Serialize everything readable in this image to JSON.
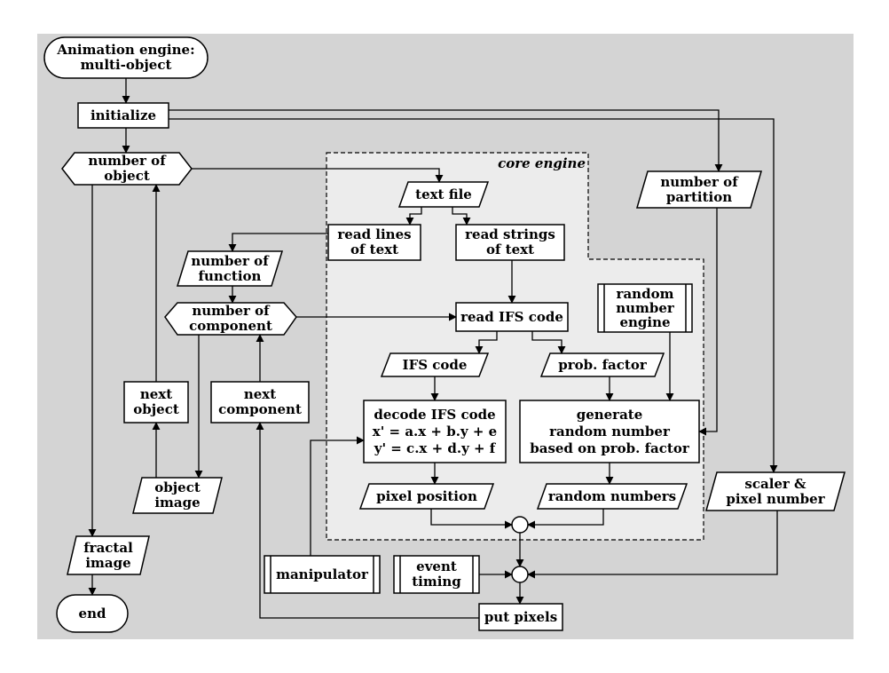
{
  "nodes": {
    "start": "Animation engine:\nmulti-object",
    "initialize": "initialize",
    "number_of_object": "number of\nobject",
    "core_engine_label": "core engine",
    "text_file": "text file",
    "number_of_partition": "number of\npartition",
    "read_lines": "read lines\nof text",
    "read_strings": "read strings\nof text",
    "number_of_function": "number of\nfunction",
    "number_of_component": "number of\ncomponent",
    "read_ifs_code": "read IFS code",
    "random_number_engine": "random\nnumber\nengine",
    "ifs_code": "IFS code",
    "prob_factor": "prob. factor",
    "next_object": "next\nobject",
    "next_component": "next\ncomponent",
    "decode_ifs_code": "decode IFS code\nx' = a.x + b.y + e\ny' = c.x + d.y + f",
    "generate_random_number": "generate\nrandom number\nbased on prob. factor",
    "object_image": "object\nimage",
    "pixel_position": "pixel position",
    "random_numbers": "random numbers",
    "scaler_pixel_number": "scaler &\npixel number",
    "fractal_image": "fractal\nimage",
    "manipulator": "manipulator",
    "event_timing": "event\ntiming",
    "end": "end",
    "put_pixels": "put pixels"
  },
  "colors": {
    "background": "#d4d4d4",
    "core_region": "#ececec",
    "shape_fill": "#ffffff",
    "stroke": "#000000"
  }
}
